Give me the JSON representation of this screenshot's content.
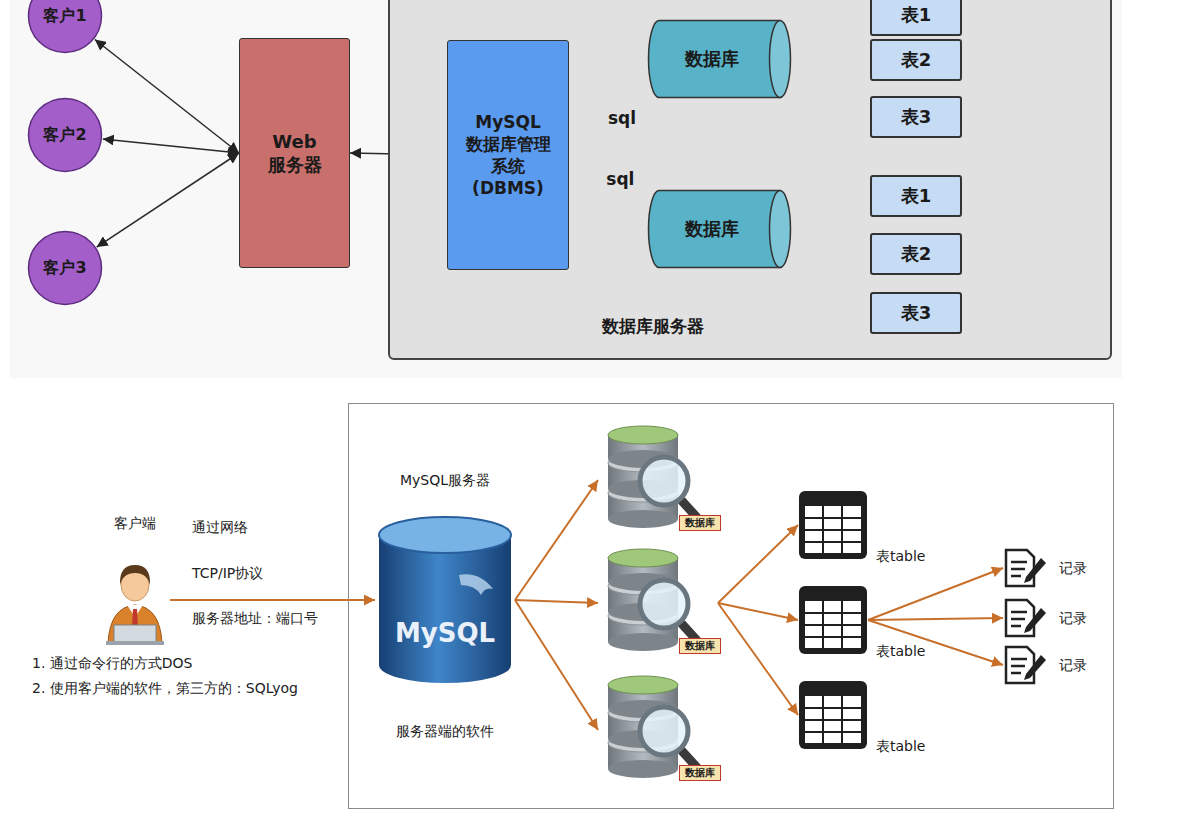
{
  "diagram": {
    "nodes": [
      {
        "text": [
          "客户1"
        ]
      },
      {
        "text": [
          "客户2"
        ]
      },
      {
        "text": [
          "客户3"
        ]
      },
      {
        "text": [
          "Web 服务器"
        ]
      },
      {
        "text": [
          "数据库服务器"
        ]
      },
      {
        "text": [
          "MySQL 数据库管理 系统 (DBMS)"
        ],
        "in": 4
      },
      {
        "text": [
          "数据库"
        ],
        "in": 4
      },
      {
        "text": [
          "表1"
        ],
        "in": 4
      },
      {
        "text": [
          "表2"
        ],
        "in": 4
      },
      {
        "text": [
          "表3"
        ],
        "in": 4
      },
      {
        "text": [
          "数据库"
        ],
        "in": 4
      },
      {
        "text": [
          "表1"
        ],
        "in": 4
      },
      {
        "text": [
          "表2"
        ],
        "in": 4
      },
      {
        "text": [
          "表3"
        ],
        "in": 4
      },
      {
        "text": [
          "客户端"
        ]
      },
      {
        "text": [
          "MySQL服务器",
          "MySQL",
          "服务器端的软件"
        ]
      },
      {
        "text": [
          "数据库"
        ]
      },
      {
        "text": [
          "数据库"
        ]
      },
      {
        "text": [
          "数据库"
        ]
      },
      {
        "text": [
          "表table"
        ]
      },
      {
        "text": [
          "表table"
        ]
      },
      {
        "text": [
          "表table"
        ]
      },
      {
        "text": [
          "记录"
        ]
      },
      {
        "text": [
          "记录"
        ]
      },
      {
        "text": [
          "记录"
        ]
      }
    ],
    "edges": [
      {
        "from": 0,
        "to": 3,
        "arrow": "both"
      },
      {
        "from": 1,
        "to": 3,
        "arrow": "both"
      },
      {
        "from": 2,
        "to": 3,
        "arrow": "both"
      },
      {
        "from": 3,
        "to": 5,
        "arrow": "both"
      },
      {
        "from": 5,
        "to": 6,
        "label": "sql",
        "arrow": "both"
      },
      {
        "from": 5,
        "to": 10,
        "label": "sql",
        "arrow": "both"
      },
      {
        "from": 6,
        "to": 7,
        "arrow": "none"
      },
      {
        "from": 6,
        "to": 8,
        "arrow": "none"
      },
      {
        "from": 6,
        "to": 9,
        "arrow": "none"
      },
      {
        "from": 10,
        "to": 11,
        "arrow": "none"
      },
      {
        "from": 10,
        "to": 12,
        "arrow": "none"
      },
      {
        "from": 10,
        "to": 13,
        "arrow": "none"
      },
      {
        "from": 14,
        "to": 15,
        "arrow": "to"
      },
      {
        "from": 15,
        "to": 16,
        "arrow": "to"
      },
      {
        "from": 15,
        "to": 17,
        "arrow": "to"
      },
      {
        "from": 15,
        "to": 18,
        "arrow": "to"
      },
      {
        "from": 17,
        "to": 19,
        "arrow": "to"
      },
      {
        "from": 17,
        "to": 20,
        "arrow": "to"
      },
      {
        "from": 17,
        "to": 21,
        "arrow": "to"
      },
      {
        "from": 20,
        "to": 22,
        "arrow": "to"
      },
      {
        "from": 20,
        "to": 23,
        "arrow": "to"
      },
      {
        "from": 20,
        "to": 24,
        "arrow": "to"
      }
    ],
    "labels": [
      "通过网络",
      "TCP/IP协议",
      "服务器地址：端口号",
      "1. 通过命令行的方式DOS",
      "2. 使用客户端的软件，第三方的：SQLyog"
    ]
  }
}
